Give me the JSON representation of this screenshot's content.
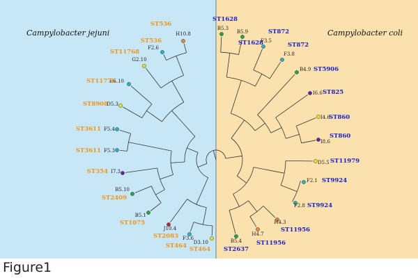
{
  "caption": "Figure1",
  "colors": {
    "jejuni_panel": "#c8e7f6",
    "coli_panel": "#fbe1ad",
    "divider": "#6b7a8a",
    "branch": "#333333",
    "jejuni_st_label": "#f0941f",
    "coli_st_label": "#1a22c8",
    "node_label": "#222222"
  },
  "panels": {
    "left_title": "Campylobacter jejuni",
    "right_title": "Campylobacter coli"
  },
  "icons": [
    "circle-node-icon"
  ],
  "left_leaves": [
    {
      "id": "H10.8",
      "st": "ST536",
      "color": "#e08a3c"
    },
    {
      "id": "F2.6",
      "st": "ST536",
      "color": "#26b3c4"
    },
    {
      "id": "G2.10",
      "st": "ST11768",
      "color": "#e8e030"
    },
    {
      "id": "E6.10",
      "st": "ST11776",
      "color": "#26b3c4"
    },
    {
      "id": "D5.3",
      "st": "ST8908",
      "color": "#e8e030"
    },
    {
      "id": "F5.4",
      "st": "ST3611",
      "color": "#26b3c4"
    },
    {
      "id": "F5.3",
      "st": "ST3611",
      "color": "#26b3c4"
    },
    {
      "id": "I7.3",
      "st": "ST354",
      "color": "#6a1fa8"
    },
    {
      "id": "B5.10",
      "st": "ST2409",
      "color": "#2aa048"
    },
    {
      "id": "B5.1",
      "st": "ST1075",
      "color": "#2aa048"
    },
    {
      "id": "J10.4",
      "st": "ST2083",
      "color": "#d01c2a"
    },
    {
      "id": "F3.6",
      "st": "ST464",
      "color": "#26b3c4"
    },
    {
      "id": "D3.10",
      "st": "ST464",
      "color": "#e8e030"
    }
  ],
  "right_leaves": [
    {
      "id": "B5.3",
      "st": "ST1628",
      "color": "#2aa048"
    },
    {
      "id": "B5.9",
      "st": "ST1628",
      "color": "#2aa048"
    },
    {
      "id": "F3.5",
      "st": "ST872",
      "color": "#26b3c4"
    },
    {
      "id": "F3.8",
      "st": "ST872",
      "color": "#26b3c4"
    },
    {
      "id": "B4.9",
      "st": "ST5906",
      "color": "#2aa048"
    },
    {
      "id": "I6.6",
      "st": "ST825",
      "color": "#6a1fa8"
    },
    {
      "id": "I4.6",
      "st": "ST860",
      "color": "#e8e030"
    },
    {
      "id": "I8.6",
      "st": "ST860",
      "color": "#6a1fa8"
    },
    {
      "id": "D5.5",
      "st": "ST11979",
      "color": "#e8e030"
    },
    {
      "id": "F2.1",
      "st": "ST9924",
      "color": "#26b3c4"
    },
    {
      "id": "F2.8",
      "st": "ST9924",
      "color": "#26b3c4"
    },
    {
      "id": "H4.3",
      "st": "ST11956",
      "color": "#e08a3c"
    },
    {
      "id": "H4.7",
      "st": "ST11956",
      "color": "#e08a3c"
    },
    {
      "id": "B5.4",
      "st": "ST2637",
      "color": "#2aa048"
    }
  ]
}
